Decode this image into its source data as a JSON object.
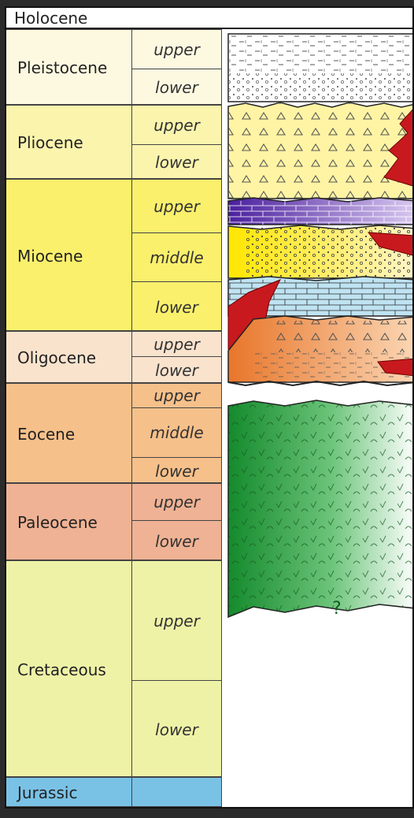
{
  "header": {
    "holocene": "Holocene"
  },
  "epochs": [
    {
      "name": "Pleistocene",
      "color": "#fdf9e1",
      "subs": [
        "upper",
        "lower"
      ]
    },
    {
      "name": "Pliocene",
      "color": "#fbf4ad",
      "subs": [
        "upper",
        "lower"
      ]
    },
    {
      "name": "Miocene",
      "color": "#faf06c",
      "subs": [
        "upper",
        "middle",
        "lower"
      ]
    },
    {
      "name": "Oligocene",
      "color": "#fae3cd",
      "subs": [
        "upper",
        "lower"
      ]
    },
    {
      "name": "Eocene",
      "color": "#f6c08a",
      "subs": [
        "upper",
        "middle",
        "lower"
      ]
    },
    {
      "name": "Paleocene",
      "color": "#efb294",
      "subs": [
        "upper",
        "lower"
      ]
    },
    {
      "name": "Cretaceous",
      "color": "#eef2a6",
      "subs": [
        "upper",
        "lower"
      ]
    },
    {
      "name": "Jurassic",
      "color": "#79c2e6",
      "subs": [
        ""
      ]
    }
  ],
  "column": {
    "question_mark": "?",
    "colors": {
      "clastic_top": "#ffffff",
      "conglomerate_pliocene": "#fff2a0",
      "purple_limestone": "#6a3db4",
      "yellow_conglomerate": "#fff06a",
      "blue_limestone": "#bfe3f2",
      "orange_clastic": "#f08a3c",
      "green_volcanic": "#1f9a3a",
      "red_intrusion": "#c8191f"
    }
  }
}
